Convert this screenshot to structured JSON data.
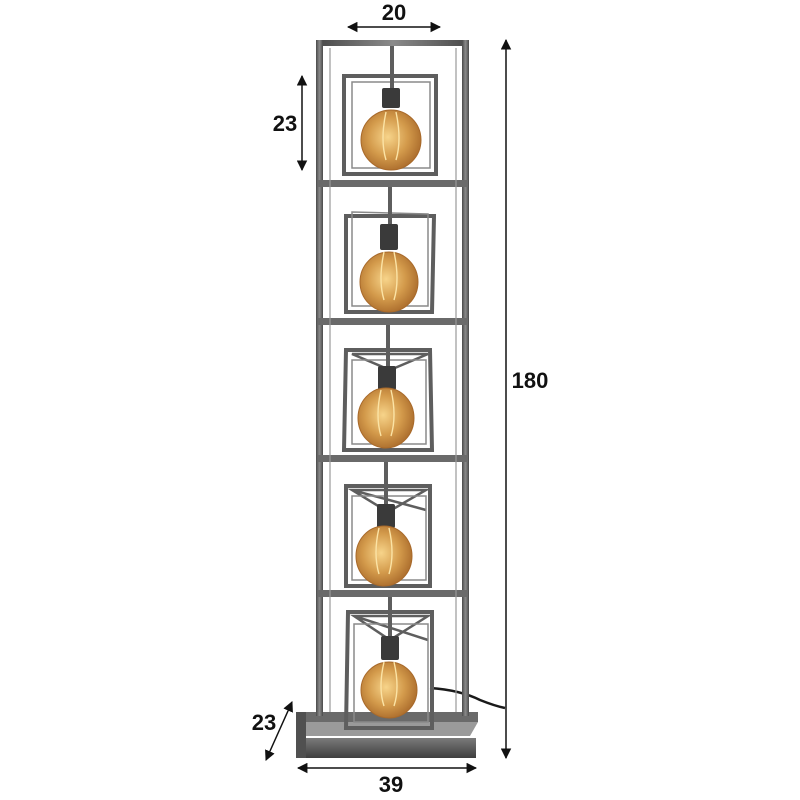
{
  "product": {
    "kind": "floor-lamp-with-five-cube-cages",
    "frame_color": "#5e5e5e",
    "frame_highlight": "#8a8a8a",
    "bulb_glass_color": "#c98a3e",
    "bulb_glow_color": "#f2c36b",
    "socket_color": "#3a3a3a",
    "cable_color": "#1a1a1a",
    "bulb_count": 5
  },
  "dimensions": {
    "top_width": "20",
    "cage_height": "23",
    "total_height": "180",
    "depth": "23",
    "base_width": "39",
    "line_color": "#111111"
  }
}
